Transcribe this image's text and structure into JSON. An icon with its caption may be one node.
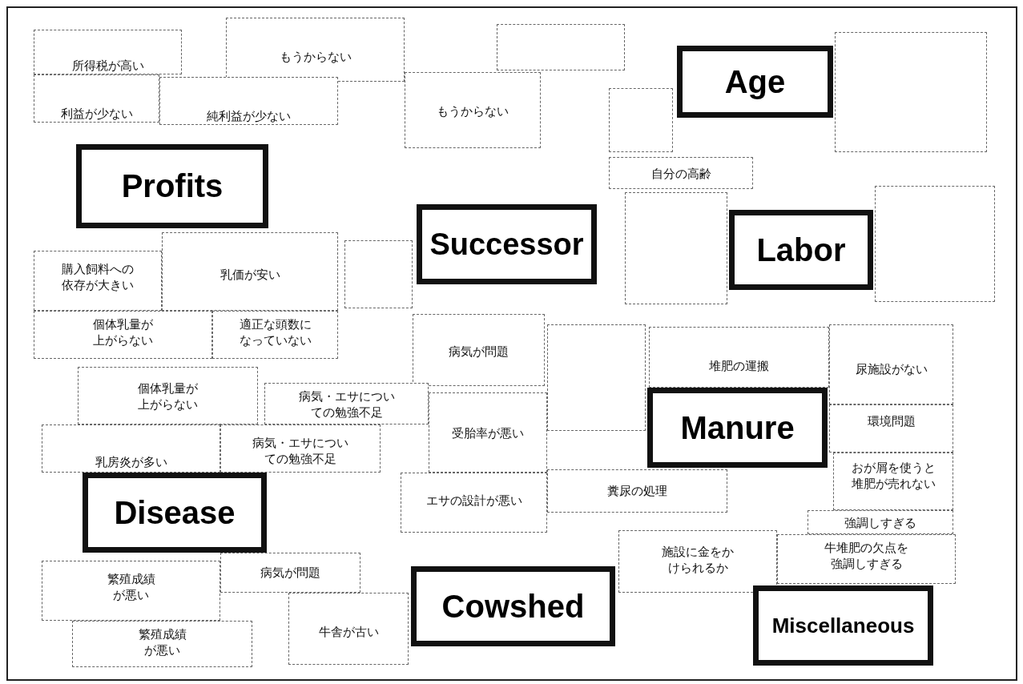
{
  "diagram": {
    "nodes": [
      {
        "text": [],
        "shape": "box"
      },
      {
        "text": [],
        "shape": "box"
      },
      {
        "text": [],
        "shape": "box"
      },
      {
        "text": [],
        "shape": "box"
      },
      {
        "text": [],
        "shape": "box"
      },
      {
        "text": [],
        "shape": "box"
      },
      {
        "text": [],
        "shape": "box"
      },
      {
        "text": [
          "所得税が高い"
        ]
      },
      {
        "text": [
          "もうからない"
        ]
      },
      {
        "text": [
          "利益が少ない"
        ]
      },
      {
        "text": [
          "純利益が少ない"
        ]
      },
      {
        "text": [
          "購入飼料への依存が大きい"
        ]
      },
      {
        "text": [
          "乳価が安い"
        ]
      },
      {
        "text": [
          "個体乳量が上がらない"
        ]
      },
      {
        "text": [
          "適正な頭数になっていない"
        ]
      },
      {
        "text": [
          "もうからない"
        ]
      },
      {
        "text": [
          "自分の高齢"
        ]
      },
      {
        "text": [
          "病気が問題"
        ]
      },
      {
        "text": [
          "個体乳量が上がらない"
        ]
      },
      {
        "text": [
          "病気・エサについての勉強不足"
        ]
      },
      {
        "text": [
          "受胎率が悪い"
        ]
      },
      {
        "text": [
          "エサの設計が悪い"
        ]
      },
      {
        "text": [
          "乳房炎が多い"
        ]
      },
      {
        "text": [
          "病気・エサについての勉強不足"
        ]
      },
      {
        "text": [
          "繁殖成績が悪い"
        ]
      },
      {
        "text": [
          "病気が問題"
        ]
      },
      {
        "text": [
          "繁殖成績が悪い"
        ]
      },
      {
        "text": [
          "牛舎が古い"
        ]
      },
      {
        "text": [
          "糞尿の処理"
        ]
      },
      {
        "text": [
          "堆肥の運搬"
        ]
      },
      {
        "text": [
          "尿施設がない"
        ]
      },
      {
        "text": [
          "環境問題"
        ]
      },
      {
        "text": [
          "おが屑を使うと堆肥が売れない"
        ]
      },
      {
        "text": [
          "強調しすぎる"
        ]
      },
      {
        "text": [
          "牛堆肥の欠点を強調しすぎる"
        ]
      },
      {
        "text": [
          "施設に金をかけられるか"
        ]
      },
      {
        "text": [
          "Profits"
        ]
      },
      {
        "text": [
          "Age"
        ]
      },
      {
        "text": [
          "Successor"
        ]
      },
      {
        "text": [
          "Labor"
        ]
      },
      {
        "text": [
          "Manure"
        ]
      },
      {
        "text": [
          "Disease"
        ]
      },
      {
        "text": [
          "Cowshed"
        ]
      },
      {
        "text": [
          "Miscellaneous"
        ]
      }
    ]
  }
}
